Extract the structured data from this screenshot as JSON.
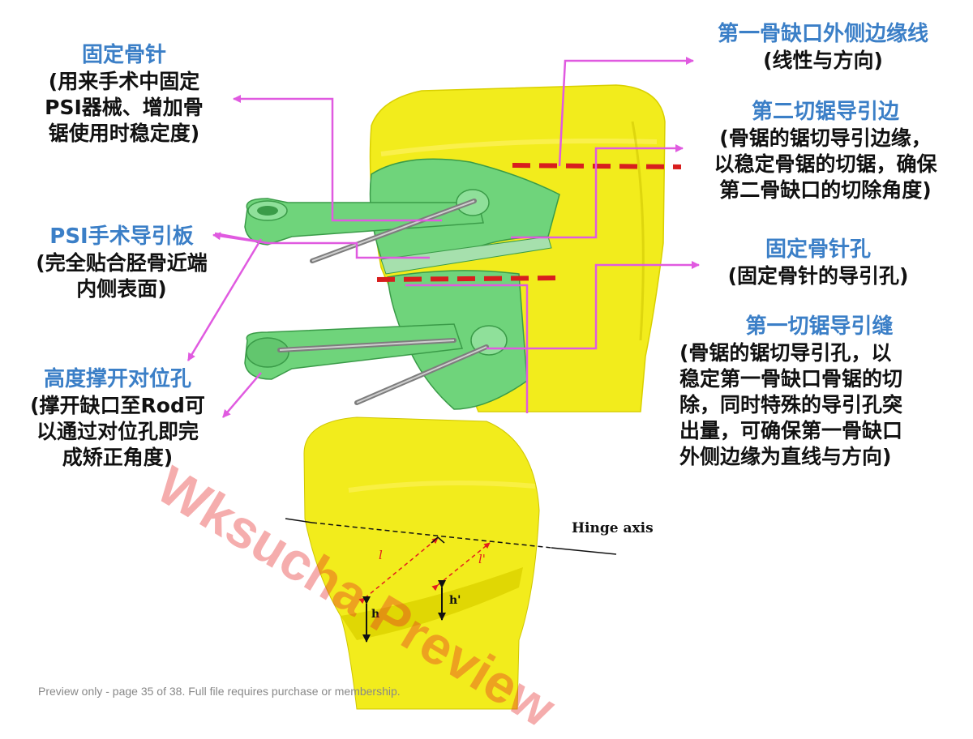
{
  "callouts": {
    "pin": {
      "title": "固定骨针",
      "desc": [
        "(用来手术中固定",
        "PSI器械、增加骨",
        "锯使用时稳定度)"
      ]
    },
    "guide_plate": {
      "title": "PSI手术导引板",
      "desc": [
        "(完全贴合胫骨近端",
        "内侧表面)"
      ]
    },
    "height_hole": {
      "title": "高度撑开对位孔",
      "desc": [
        "(撑开缺口至Rod可",
        "以通过对位孔即完",
        "成矫正角度)"
      ]
    },
    "edge_line": {
      "title": "第一骨缺口外侧边缘线",
      "desc": [
        "(线性与方向)"
      ]
    },
    "second_guide": {
      "title": "第二切锯导引边",
      "desc": [
        "(骨锯的锯切导引边缘，",
        "以稳定骨锯的切锯，确保",
        "第二骨缺口的切除角度)"
      ]
    },
    "pin_hole": {
      "title": "固定骨针孔",
      "desc": [
        "(固定骨针的导引孔)"
      ]
    },
    "first_slot": {
      "title": "第一切锯导引缝",
      "desc": [
        "(骨锯的锯切导引孔，以",
        "稳定第一骨缺口骨锯的切",
        "除，同时特殊的导引孔突",
        "出量，可确保第一骨缺口",
        "外侧边缘为直线与方向)"
      ]
    }
  },
  "lower_diagram": {
    "axis_label": "Hinge axis",
    "l": "l",
    "l_prime": "l'",
    "h": "h",
    "h_prime": "h'"
  },
  "watermark": "Wksucha Preview",
  "footer": "Preview only - page 35 of 38. Full file requires purchase or membership.",
  "colors": {
    "bone": "#f2ec1c",
    "guide": "#6fd47b",
    "arrow": "#e05ae0",
    "cut_line": "#d81e1e",
    "title_blue": "#3b7fc7"
  }
}
